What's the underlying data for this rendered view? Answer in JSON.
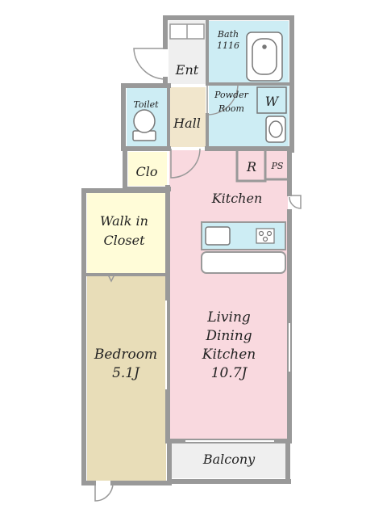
{
  "floor_plan": {
    "rooms": {
      "ent": {
        "label": "Ent"
      },
      "bath": {
        "line1": "Bath",
        "line2": "1116"
      },
      "toilet": {
        "label": "Toilet"
      },
      "hall": {
        "label": "Hall"
      },
      "powder_room": {
        "line1": "Powder",
        "line2": "Room"
      },
      "washer": {
        "label": "W"
      },
      "clo": {
        "label": "Clo"
      },
      "fridge": {
        "label": "R"
      },
      "pipe_space": {
        "label": "PS"
      },
      "kitchen": {
        "label": "Kitchen"
      },
      "walk_in_closet": {
        "line1": "Walk in",
        "line2": "Closet"
      },
      "bedroom": {
        "line1": "Bedroom",
        "line2": "5.1J"
      },
      "ldk": {
        "line1": "Living",
        "line2": "Dining",
        "line3": "Kitchen",
        "line4": "10.7J"
      },
      "balcony": {
        "label": "Balcony"
      }
    },
    "colors": {
      "wall": "#999999",
      "ldk": "#F9D9DF",
      "bedroom": "#E8DDB8",
      "closet": "#FFFCD8",
      "wet_area": "#CDEDF4",
      "hall": "#F1E6CC",
      "entrance": "#EFEFEF",
      "balcony": "#EFEFEF"
    }
  }
}
